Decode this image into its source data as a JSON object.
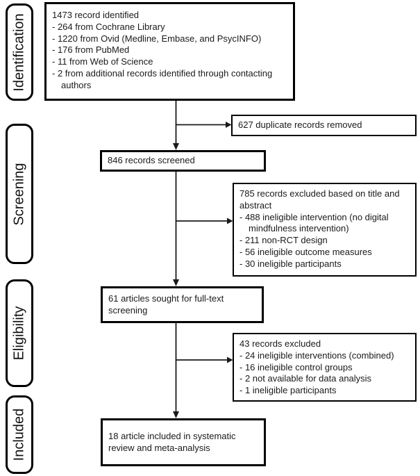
{
  "diagram": {
    "type": "prisma-flowchart",
    "background_color": "#ffffff",
    "border_color": "#000000",
    "text_color": "#1a1a1a"
  },
  "sidebar": {
    "stages": [
      {
        "label": "Identification"
      },
      {
        "label": "Screening"
      },
      {
        "label": "Eligibility"
      },
      {
        "label": "Included"
      }
    ]
  },
  "flow": {
    "identified": {
      "title": "1473 record identified",
      "items": [
        "- 264 from Cochrane Library",
        "- 1220 from Ovid (Medline, Embase, and PsycINFO)",
        "- 176 from PubMed",
        "- 11 from Web of Science",
        "- 2 from additional records identified through contacting authors"
      ]
    },
    "duplicates_removed": {
      "title": "627 duplicate records removed"
    },
    "screened": {
      "title": "846 records screened"
    },
    "excluded_title_abstract": {
      "title": "785 records excluded based on title and abstract",
      "items": [
        "- 488 ineligible intervention (no digital mindfulness intervention)",
        "- 211 non-RCT design",
        "- 56 ineligible outcome measures",
        "- 30 ineligible participants"
      ]
    },
    "fulltext_sought": {
      "title": "61 articles sought for full-text screening"
    },
    "excluded_fulltext": {
      "title": "43 records excluded",
      "items": [
        "- 24 ineligible interventions (combined)",
        "- 16 ineligible control groups",
        "- 2 not available for data analysis",
        "- 1 ineligible participants"
      ]
    },
    "included": {
      "title": "18 article included in systematic review and meta-analysis"
    }
  }
}
